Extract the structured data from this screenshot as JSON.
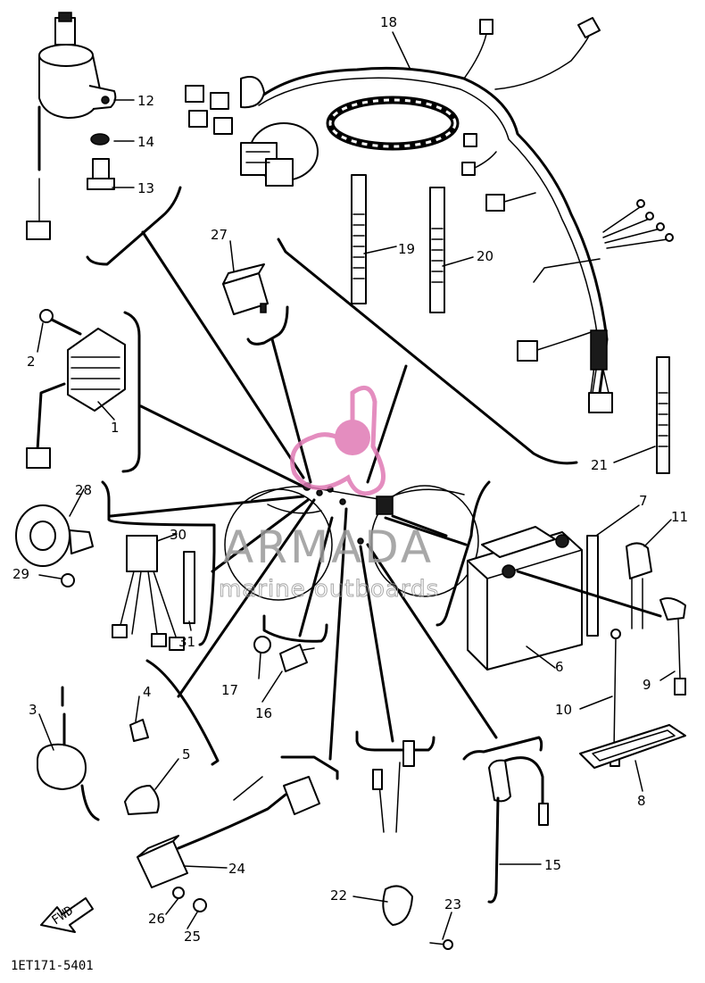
{
  "diagram_code": "1ET171-5401",
  "direction_arrow": "FWD",
  "watermark": {
    "brand": "ARMADA",
    "tagline": "marine outboards"
  },
  "callouts": [
    "1",
    "2",
    "3",
    "4",
    "5",
    "6",
    "7",
    "8",
    "9",
    "10",
    "11",
    "12",
    "13",
    "14",
    "15",
    "16",
    "17",
    "18",
    "19",
    "20",
    "21",
    "22",
    "23",
    "24",
    "25",
    "26",
    "27",
    "28",
    "29",
    "30",
    "31"
  ]
}
